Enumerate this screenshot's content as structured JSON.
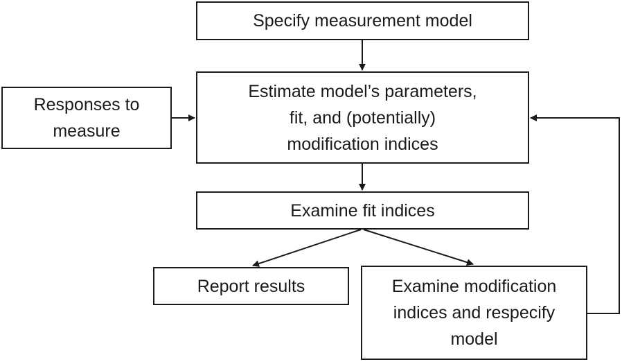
{
  "diagram": {
    "nodes": {
      "specify": {
        "label": "Specify measurement model"
      },
      "estimate": {
        "label": "Estimate model’s parameters,\nfit, and (potentially)\nmodification indices"
      },
      "responses": {
        "label": "Responses to\nmeasure"
      },
      "examine_fit": {
        "label": "Examine fit indices"
      },
      "report": {
        "label": "Report results"
      },
      "examine_modification": {
        "label": "Examine modification\nindices and respecify\nmodel"
      }
    },
    "edges": [
      {
        "from": "specify",
        "to": "estimate"
      },
      {
        "from": "responses",
        "to": "estimate"
      },
      {
        "from": "estimate",
        "to": "examine_fit"
      },
      {
        "from": "examine_fit",
        "to": "report"
      },
      {
        "from": "examine_fit",
        "to": "examine_modification"
      },
      {
        "from": "examine_modification",
        "to": "estimate"
      }
    ],
    "colors": {
      "stroke": "#1a1a1a",
      "background": "#ffffff"
    }
  }
}
